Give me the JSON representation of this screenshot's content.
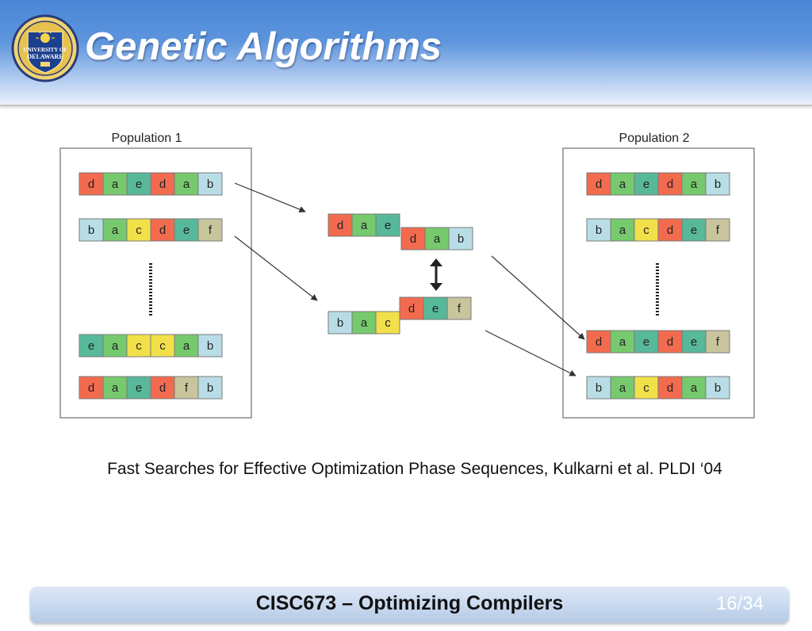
{
  "slide": {
    "title": "Genetic Algorithms",
    "logo_text": [
      "UNIVERSITY OF",
      "DELAWARE"
    ],
    "caption": "Fast Searches for Effective Optimization Phase Sequences, Kulkarni et al. PLDI ‘04",
    "footer_title": "CISC673 – Optimizing Compilers",
    "page_number": "16/34"
  },
  "colors": {
    "header_blue": "#4a86d6",
    "d": "#f26b4f",
    "a": "#76c96d",
    "e": "#58b89a",
    "b": "#b9dde6",
    "c": "#f2e04a",
    "f": "#c8c49c"
  },
  "diagram": {
    "population1": {
      "label": "Population 1",
      "sequences_top": [
        [
          "d",
          "a",
          "e",
          "d",
          "a",
          "b"
        ],
        [
          "b",
          "a",
          "c",
          "d",
          "e",
          "f"
        ]
      ],
      "sequences_bottom": [
        [
          "e",
          "a",
          "c",
          "c",
          "a",
          "b"
        ],
        [
          "d",
          "a",
          "e",
          "d",
          "f",
          "b"
        ]
      ]
    },
    "crossover": {
      "parent1_left": [
        "d",
        "a",
        "e"
      ],
      "parent1_right": [
        "d",
        "a",
        "b"
      ],
      "parent2_left": [
        "b",
        "a",
        "c"
      ],
      "parent2_right": [
        "d",
        "e",
        "f"
      ]
    },
    "population2": {
      "label": "Population 2",
      "sequences_top": [
        [
          "d",
          "a",
          "e",
          "d",
          "a",
          "b"
        ],
        [
          "b",
          "a",
          "c",
          "d",
          "e",
          "f"
        ]
      ],
      "sequences_bottom": [
        [
          "d",
          "a",
          "e",
          "d",
          "e",
          "f"
        ],
        [
          "b",
          "a",
          "c",
          "d",
          "a",
          "b"
        ]
      ]
    }
  }
}
